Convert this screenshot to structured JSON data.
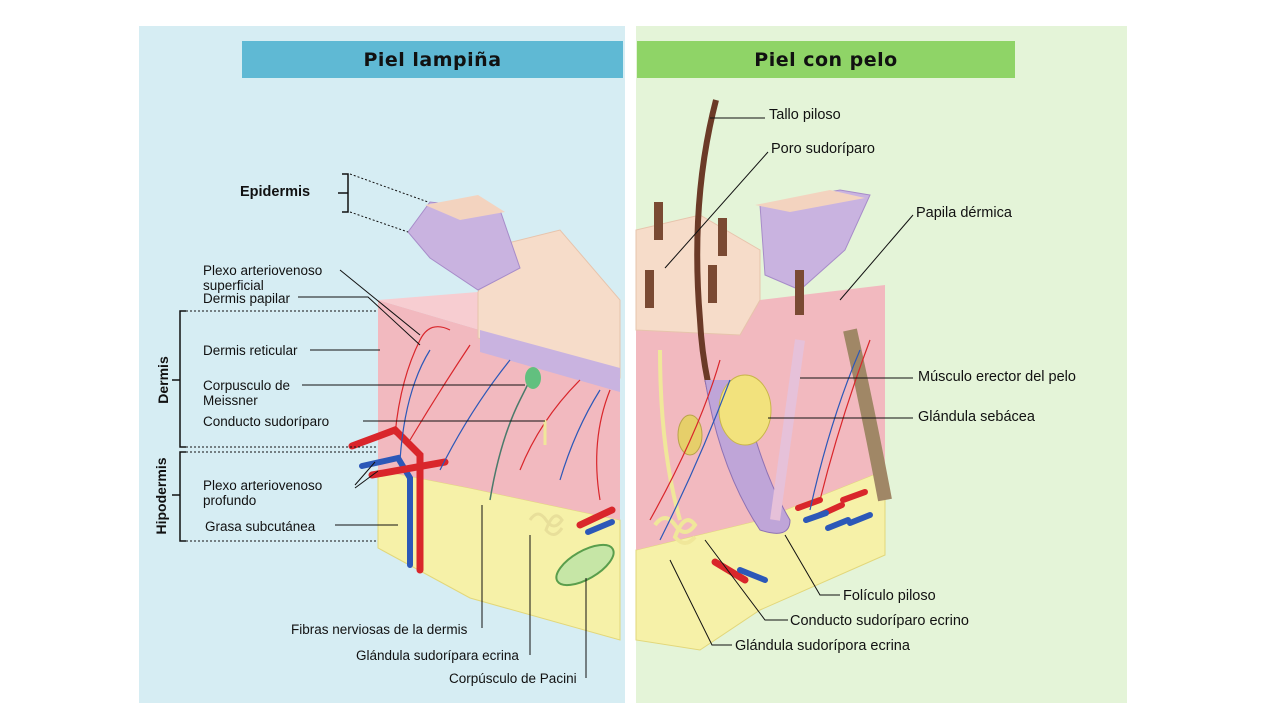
{
  "headers": {
    "left": "Piel lampiña",
    "right": "Piel con pelo"
  },
  "left_labels": {
    "epidermis": "Epidermis",
    "dermis": "Dermis",
    "hipodermis": "Hipodermis",
    "plexo_superficial": "Plexo arteriovenoso superficial",
    "dermis_papilar": "Dermis papilar",
    "dermis_reticular": "Dermis reticular",
    "meissner": "Corpusculo de Meissner",
    "conducto_sudoriparo": "Conducto sudoríparo",
    "plexo_profundo": "Plexo arteriovenoso profundo",
    "grasa_subcutanea": "Grasa subcutánea",
    "fibras_nerviosas": "Fibras nerviosas de la dermis",
    "glandula_ecrina": "Glándula sudorípara ecrina",
    "pacini": "Corpúsculo de Pacini"
  },
  "right_labels": {
    "tallo_piloso": "Tallo piloso",
    "poro_sudoriparo": "Poro sudoríparo",
    "papila_dermica": "Papila dérmica",
    "musculo_erector": "Músculo erector del pelo",
    "glandula_sebacea": "Glándula sebácea",
    "foliculo_piloso": "Folículo piloso",
    "conducto_ecrino": "Conducto sudoríparo ecrino",
    "glandula_sudoripora": "Glándula sudorípora ecrina"
  },
  "colors": {
    "left_panel": "#d6edf3",
    "right_panel": "#e4f4d8",
    "left_header": "#5fb9d4",
    "right_header": "#8fd467",
    "dermis": "#f2b9bf",
    "fat": "#f6f1a8",
    "epidermis_purple": "#c9b3e0",
    "artery": "#d9262b",
    "vein": "#2c58b8",
    "hair": "#6b3a27",
    "sebaceous": "#f2e27d"
  }
}
